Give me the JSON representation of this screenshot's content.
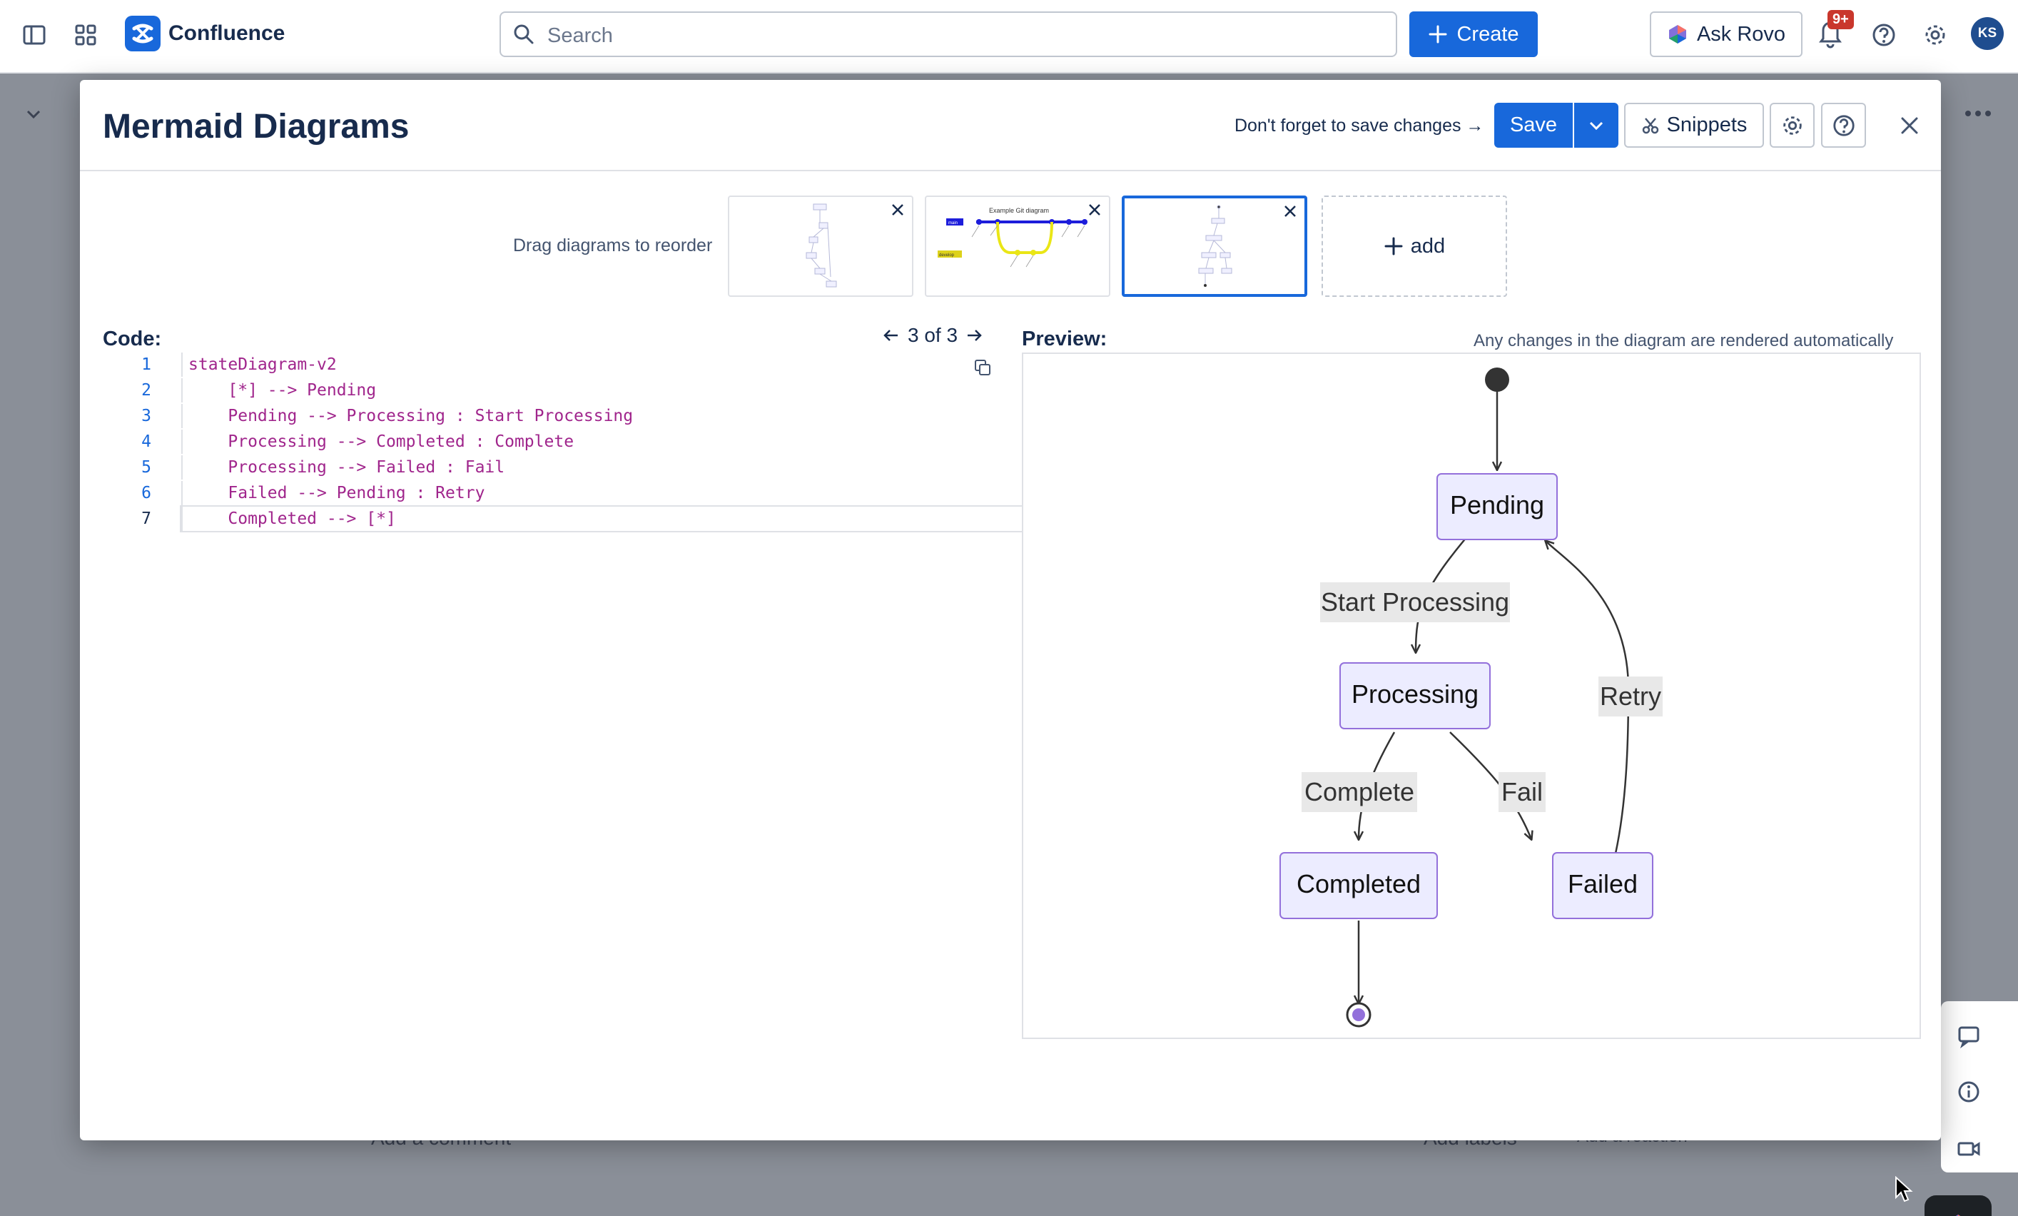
{
  "app": {
    "name": "Confluence"
  },
  "topnav": {
    "search_placeholder": "Search",
    "create_label": "Create",
    "ask_rovo_label": "Ask Rovo",
    "notification_count": "9+",
    "avatar_initials": "KS"
  },
  "background": {
    "comment_label": "Add a comment",
    "labels_label": "Add labels",
    "reaction_label": "Add a reaction"
  },
  "modal": {
    "title": "Mermaid Diagrams",
    "save_hint": "Don't forget to save changes →",
    "save_label": "Save",
    "snippets_label": "Snippets",
    "drag_hint": "Drag diagrams to reorder",
    "add_label": "add",
    "thumb2_title": "Example Git diagram",
    "thumb2_tags": [
      "main",
      "develop"
    ],
    "code_label": "Code:",
    "pager_text": "3 of 3",
    "preview_label": "Preview:",
    "preview_hint": "Any changes in the diagram are rendered automatically"
  },
  "code_lines": [
    "stateDiagram-v2",
    "    [*] --> Pending",
    "    Pending --> Processing : Start Processing",
    "    Processing --> Completed : Complete",
    "    Processing --> Failed : Fail",
    "    Failed --> Pending : Retry",
    "    Completed --> [*]"
  ],
  "diagram": {
    "states": [
      "Pending",
      "Processing",
      "Completed",
      "Failed"
    ],
    "transitions": [
      {
        "from": "[*]",
        "to": "Pending",
        "label": ""
      },
      {
        "from": "Pending",
        "to": "Processing",
        "label": "Start Processing"
      },
      {
        "from": "Processing",
        "to": "Completed",
        "label": "Complete"
      },
      {
        "from": "Processing",
        "to": "Failed",
        "label": "Fail"
      },
      {
        "from": "Failed",
        "to": "Pending",
        "label": "Retry"
      },
      {
        "from": "Completed",
        "to": "[*]",
        "label": ""
      }
    ],
    "node_fill": "#ececff",
    "node_stroke": "#9370db"
  },
  "colors": {
    "primary": "#1868db",
    "text": "#172b4d",
    "code_keyword": "#a0258c",
    "code_symbol": "#0c23a8"
  }
}
